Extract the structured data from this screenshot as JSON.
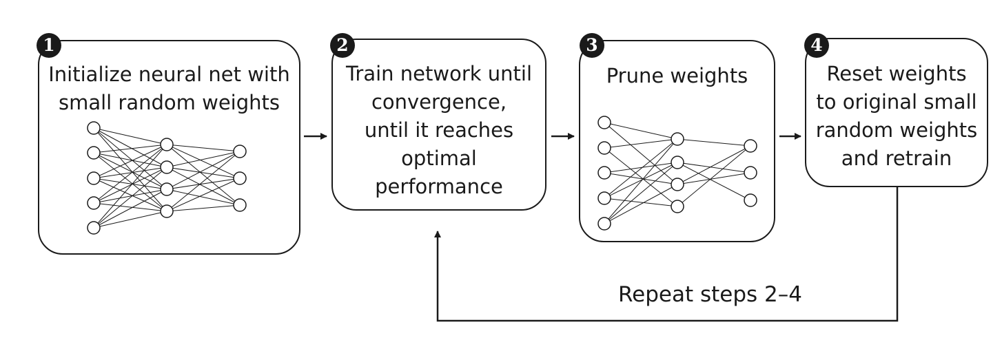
{
  "steps": [
    {
      "number": "1",
      "text": "Initialize neural net with\nsmall random weights"
    },
    {
      "number": "2",
      "text": "Train network until\nconvergence,\nuntil it reaches\noptimal\nperformance"
    },
    {
      "number": "3",
      "text": "Prune weights"
    },
    {
      "number": "4",
      "text": "Reset weights\nto original small\nrandom weights\nand retrain"
    }
  ],
  "loop_label": "Repeat steps 2–4",
  "colors": {
    "stroke": "#1a1a1a",
    "node_fill": "#ffffff"
  }
}
